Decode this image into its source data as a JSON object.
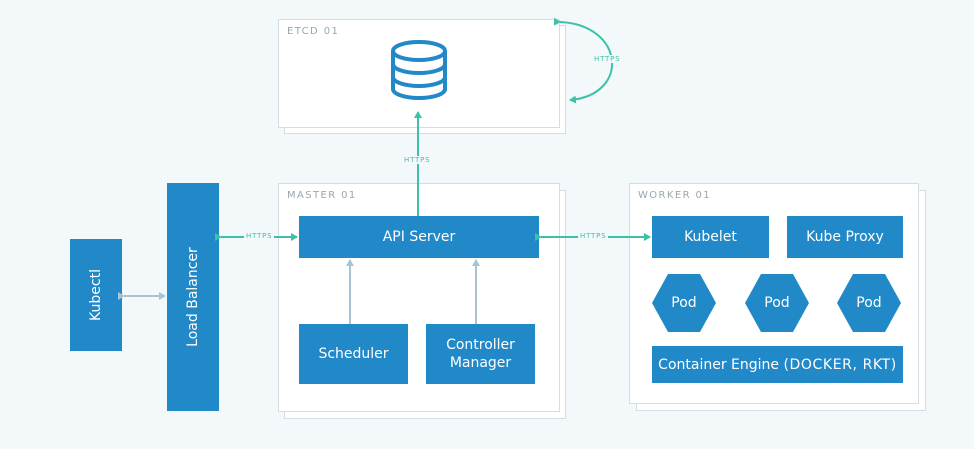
{
  "etcd": {
    "title": "ETCD 01"
  },
  "master": {
    "title": "MASTER 01",
    "api_server": "API Server",
    "scheduler": "Scheduler",
    "controller_manager_line1": "Controller",
    "controller_manager_line2": "Manager"
  },
  "worker": {
    "title": "WORKER 01",
    "kubelet": "Kubelet",
    "kube_proxy": "Kube Proxy",
    "pods": [
      "Pod",
      "Pod",
      "Pod"
    ],
    "container_engine": "Container Engine",
    "container_engine_runtimes": "(DOCKER, RKT)"
  },
  "kubectl": "Kubectl",
  "load_balancer": "Load Balancer",
  "connections": {
    "etcd_self": "HTTPS",
    "etcd_api": "HTTPS",
    "lb_api": "HTTPS",
    "api_kubelet": "HTTPS"
  },
  "colors": {
    "component_blue": "#2289c9",
    "https_arrow": "#3cc1a8",
    "internal_arrow": "#a8c3d3",
    "background": "#f3f8fb"
  }
}
